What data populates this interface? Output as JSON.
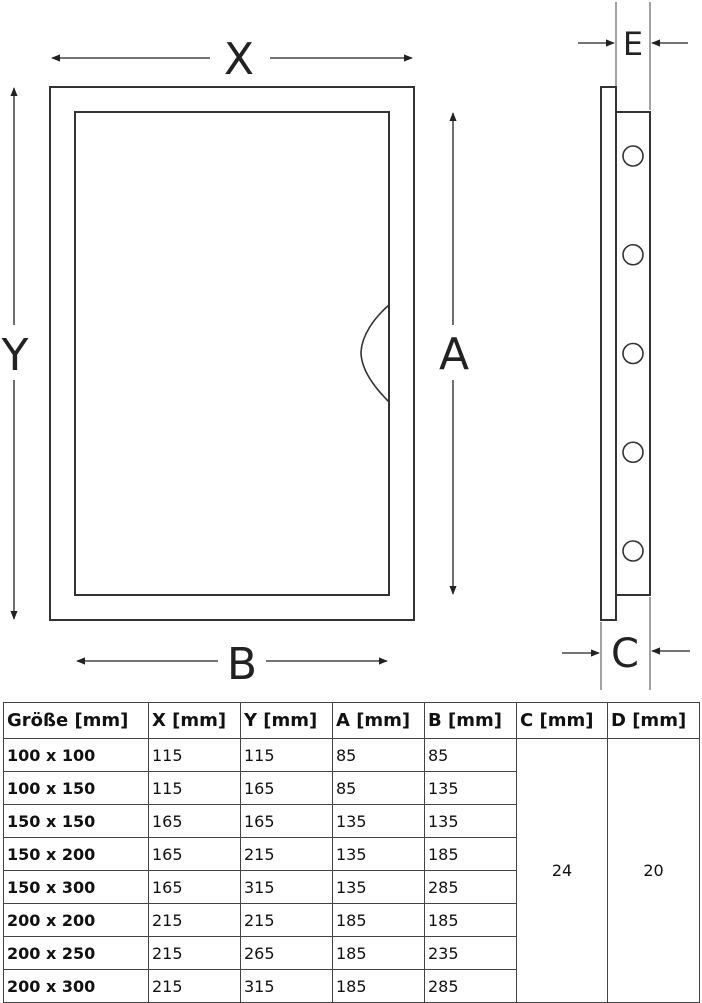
{
  "drawing": {
    "labels": {
      "x": "X",
      "y": "Y",
      "a": "A",
      "b": "B",
      "c": "C",
      "e": "E"
    },
    "side_view_holes": 5
  },
  "table": {
    "headers": [
      "Größe [mm]",
      "X [mm]",
      "Y [mm]",
      "A [mm]",
      "B [mm]",
      "C [mm]",
      "D [mm]"
    ],
    "rows": [
      [
        "100 x 100",
        "115",
        "115",
        "85",
        "85"
      ],
      [
        "100 x 150",
        "115",
        "165",
        "85",
        "135"
      ],
      [
        "150 x 150",
        "165",
        "165",
        "135",
        "135"
      ],
      [
        "150 x 200",
        "165",
        "215",
        "135",
        "185"
      ],
      [
        "150 x 300",
        "165",
        "315",
        "135",
        "285"
      ],
      [
        "200 x 200",
        "215",
        "215",
        "185",
        "185"
      ],
      [
        "200 x 250",
        "215",
        "265",
        "185",
        "235"
      ],
      [
        "200 x 300",
        "215",
        "315",
        "185",
        "285"
      ]
    ],
    "c_value": "24",
    "d_value": "20"
  }
}
